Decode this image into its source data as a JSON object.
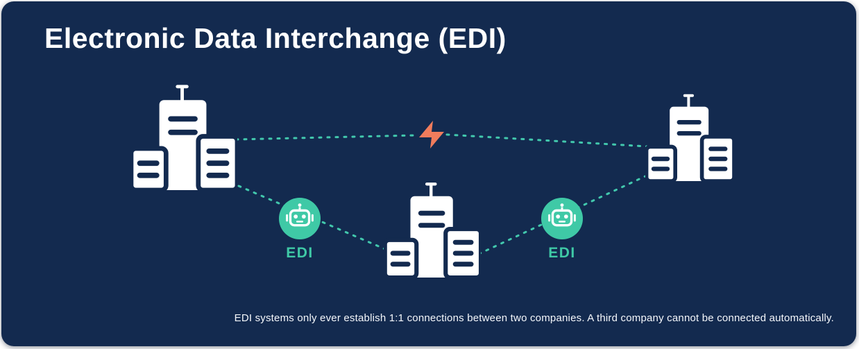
{
  "header": {
    "title": "Electronic Data Interchange (EDI)"
  },
  "diagram": {
    "edi_labels": [
      "EDI",
      "EDI"
    ],
    "icons": {
      "building": "building-icon",
      "robot": "edi-robot-icon",
      "lightning": "lightning-bolt-icon"
    }
  },
  "footer": {
    "caption": "EDI systems only ever establish 1:1 connections between two companies. A third company cannot be connected automatically."
  },
  "colors": {
    "background_navy": "#132A4F",
    "teal": "#3FC9A6",
    "dotted_line_teal": "#42C8AD",
    "lightning_orange": "#F07C5C",
    "white": "#FFFFFF"
  }
}
